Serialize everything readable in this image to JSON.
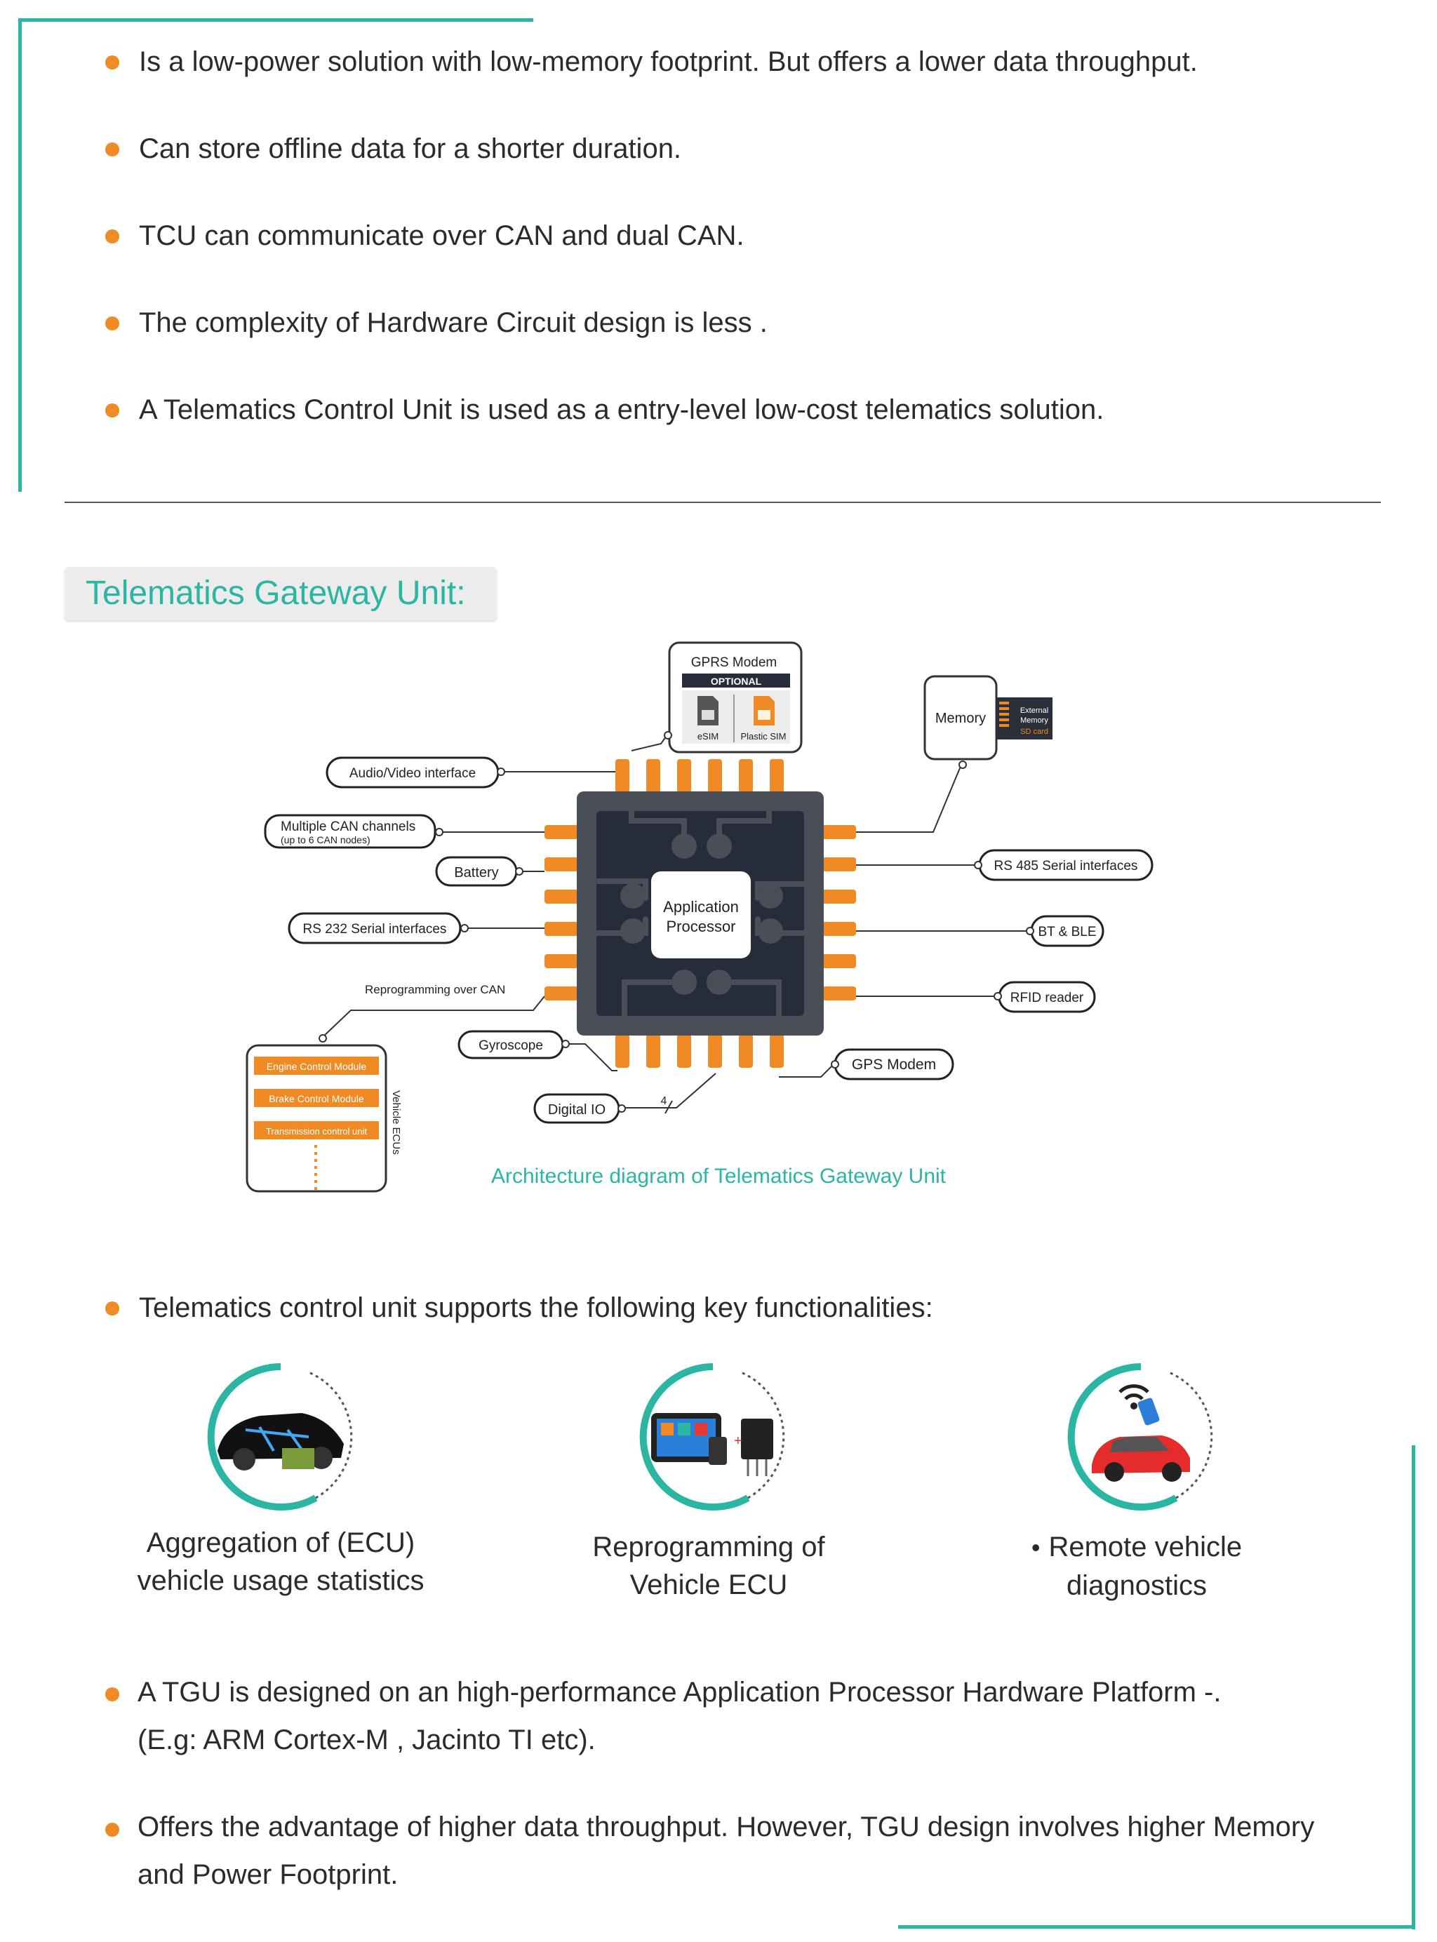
{
  "top_bullets": [
    "Is a low-power solution with low-memory footprint. But offers a lower data throughput.",
    "Can store offline data for a shorter duration.",
    "TCU can communicate over CAN  and dual CAN.",
    "The complexity of Hardware Circuit design is less .",
    "A Telematics Control Unit is used as a entry-level low-cost telematics  solution."
  ],
  "section_heading": "Telematics Gateway Unit:",
  "diagram": {
    "caption": "Architecture diagram of Telematics Gateway Unit",
    "processor_label_1": "Application",
    "processor_label_2": "Processor",
    "gprs_title": "GPRS Modem",
    "gprs_optional": "OPTIONAL",
    "esim": "eSIM",
    "plastic_sim": "Plastic SIM",
    "memory": "Memory",
    "sd_line1": "External",
    "sd_line2": "Memory",
    "sd_line3": "SD card",
    "audio_video": "Audio/Video interface",
    "can_channels": "Multiple CAN channels",
    "can_nodes": "(up to 6 CAN nodes)",
    "battery": "Battery",
    "rs232": "RS 232 Serial interfaces",
    "reprogramming": "Reprogramming over CAN",
    "gyroscope": "Gyroscope",
    "digital_io": "Digital IO",
    "bus_width": "4",
    "rs485": "RS 485 Serial interfaces",
    "bt_ble": "BT & BLE",
    "rfid": "RFID reader",
    "gps": "GPS Modem",
    "ecu_1": "Engine Control Module",
    "ecu_2": "Brake Control Module",
    "ecu_3": "Transmission control unit",
    "vehicle_ecus": "Vehicle ECUs"
  },
  "functionalities_intro": "Telematics control unit supports the following key functionalities:",
  "features": [
    {
      "line1": "Aggregation of (ECU)",
      "line2": "vehicle usage statistics",
      "icon": "car-ecu-icon"
    },
    {
      "line1": "Reprogramming of",
      "line2": "Vehicle ECU",
      "icon": "diagnostic-tablet-icon"
    },
    {
      "line1": "Remote vehicle",
      "line2": "diagnostics",
      "icon": "remote-car-wifi-icon"
    }
  ],
  "bottom_bullets": [
    {
      "line1": "A TGU is designed on an high-performance Application Processor Hardware Platform -.",
      "line2": "(E.g: ARM Cortex-M , Jacinto TI etc)."
    },
    {
      "line1": "Offers the advantage of higher data throughput. However, TGU design involves higher Memory",
      "line2": "and Power Footprint."
    }
  ],
  "colors": {
    "teal": "#2bb5a3",
    "orange": "#f08a24",
    "chip_dark": "#262c3a",
    "chip_frame": "#4a4e57"
  }
}
